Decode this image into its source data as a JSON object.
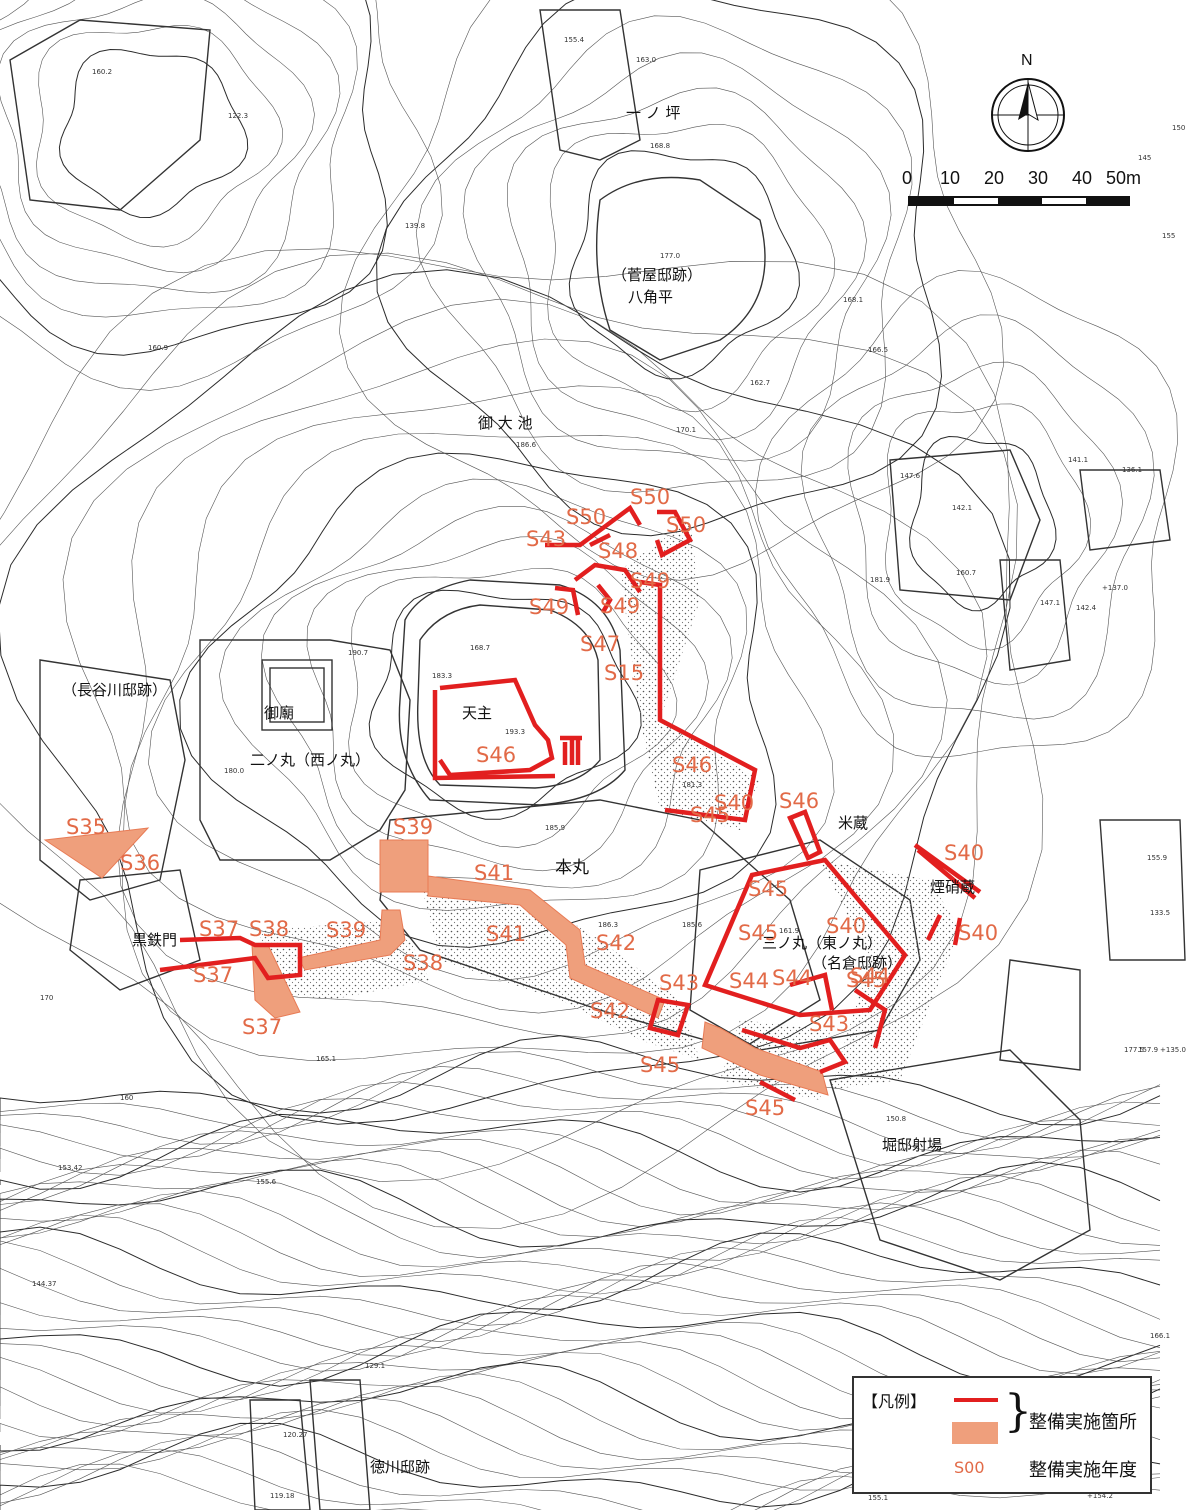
{
  "colors": {
    "wall_line": "#e21f1f",
    "area_fill": "#ef9f7c",
    "year_label": "#e26a47",
    "contour": "#2b2b2b"
  },
  "north": {
    "label": "N",
    "icon": "north-arrow-icon"
  },
  "scale_bar": {
    "ticks": [
      "0",
      "10",
      "20",
      "30",
      "40",
      "50m"
    ]
  },
  "places": {
    "ichinotsubo": "一 ノ 坪",
    "sugaya": "（菅屋邸跡）",
    "hakkakudaira": "八角平",
    "oike": "御 大 池",
    "hasegawa": "（長谷川邸跡）",
    "gobyo": "御廟",
    "ninomaru": "二ノ丸（西ノ丸）",
    "tenshu": "天主",
    "honmaru": "本丸",
    "komegura": "米蔵",
    "enshogura": "煙硝蔵",
    "sannomaru": "三ノ丸（東ノ丸）",
    "nagura": "（名倉邸跡）",
    "kurogane": "黒鉄門",
    "horitei": "堀邸射場",
    "tokugawa": "徳川邸跡"
  },
  "elevations": [
    "155.4",
    "163.0",
    "168.8",
    "160.2",
    "122.3",
    "139.8",
    "160.9",
    "177.0",
    "168.1",
    "166.5",
    "162.7",
    "170.1",
    "186.6",
    "147.6",
    "141.1",
    "136.1",
    "142.1",
    "160.7",
    "+137.0",
    "147.1",
    "142.4",
    "181.9",
    "168.7",
    "183.3",
    "190.7",
    "193.3",
    "180.0",
    "181.3",
    "185.9",
    "155.9",
    "133.5",
    "186.3",
    "185.6",
    "161.9",
    "157.9",
    "177.5",
    "+135.0",
    "165.1",
    "150.8",
    "153.42",
    "155.6",
    "144.37",
    "129.1",
    "120.27",
    "119.18",
    "155.1",
    "+154.2",
    "166.1",
    "170",
    "160",
    "155",
    "145",
    "150"
  ],
  "year_labels": [
    "S50",
    "S50",
    "S43",
    "S50",
    "S48",
    "S49",
    "S49",
    "S49",
    "S47",
    "S15",
    "S46",
    "S46",
    "S40",
    "S45",
    "S46",
    "S40",
    "S45",
    "S40",
    "S45",
    "S40",
    "S44",
    "S45",
    "S44",
    "S44",
    "S43",
    "S43",
    "S45",
    "S45",
    "S35",
    "S36",
    "S39",
    "S41",
    "S41",
    "S42",
    "S42",
    "S37",
    "S38",
    "S39",
    "S38",
    "S37",
    "S37"
  ],
  "legend": {
    "title": "【凡例】",
    "item1": "整備実施箇所",
    "code_sample": "S00",
    "item2": "整備実施年度"
  }
}
